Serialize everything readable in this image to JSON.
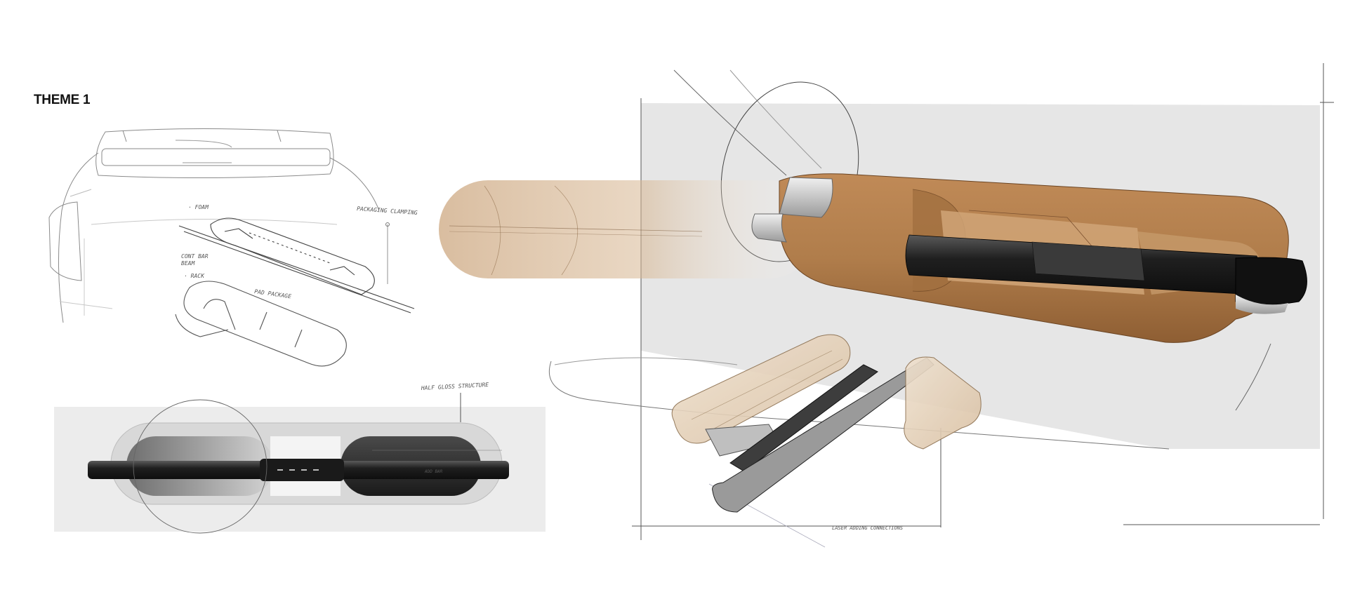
{
  "theme_title": "THEME 1",
  "annotations": {
    "foam": "· FOAM",
    "cont_bar": "CONT BAR",
    "beam": "BEAM",
    "rack": "· RACK",
    "pad_package": "PAD PACKAGE",
    "packaging_clamping": "PACKAGING CLAMPING",
    "half_gloss_structure": "HALF GLOSS STRUCTURE",
    "led_bar_label": "ADD BAR",
    "bottom_note": "LASER ADDING CONNECTIONS"
  },
  "colors": {
    "panel_grey": "#ececec",
    "tan_light": "#e6d3bb",
    "tan": "#c9a177",
    "cork": "#b27f4e",
    "dark_bar": "#262626",
    "silver": "#c4c6c8"
  }
}
